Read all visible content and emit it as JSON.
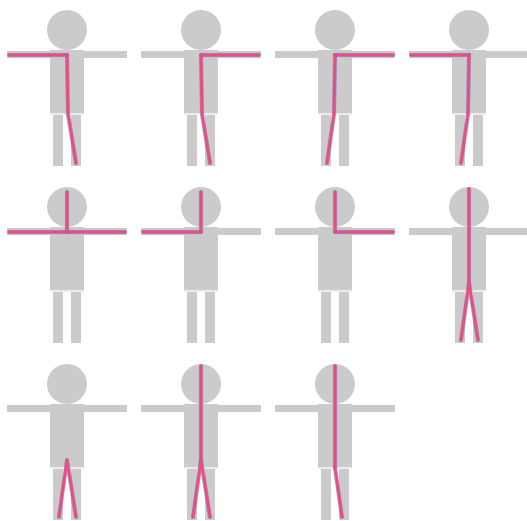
{
  "colors": {
    "figure": "#cbcbcb",
    "joint_gap": "#ececec",
    "highlight": "#e8507a",
    "highlight_edge": "#7a5cc8"
  },
  "figures": [
    {
      "id": "figure-1",
      "paths": [
        "left-arm",
        "spine-to-right-leg"
      ]
    },
    {
      "id": "figure-2",
      "paths": [
        "right-arm",
        "spine-to-right-leg"
      ]
    },
    {
      "id": "figure-3",
      "paths": [
        "right-arm",
        "spine-to-left-leg"
      ]
    },
    {
      "id": "figure-4",
      "paths": [
        "left-arm",
        "spine-to-left-leg"
      ]
    },
    {
      "id": "figure-5",
      "paths": [
        "left-arm",
        "right-arm",
        "head-to-shoulders"
      ]
    },
    {
      "id": "figure-6",
      "paths": [
        "left-arm",
        "head-to-shoulders"
      ]
    },
    {
      "id": "figure-7",
      "paths": [
        "right-arm",
        "head-to-shoulders"
      ]
    },
    {
      "id": "figure-8",
      "paths": [
        "head-to-hips",
        "both-legs"
      ]
    },
    {
      "id": "figure-9",
      "paths": [
        "both-legs"
      ]
    },
    {
      "id": "figure-10",
      "paths": [
        "head-to-hips",
        "both-legs"
      ]
    },
    {
      "id": "figure-11",
      "paths": [
        "head-to-hips",
        "right-leg"
      ]
    }
  ]
}
